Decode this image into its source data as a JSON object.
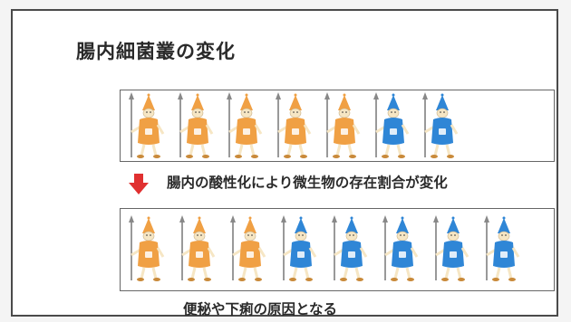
{
  "slide": {
    "title": "腸内細菌叢の変化",
    "caption": "腸内の酸性化により微生物の存在割合が変化",
    "footer": "便秘や下痢の原因となる"
  },
  "colors": {
    "orange": "#f0a044",
    "blue": "#2f86d6",
    "arrow": "#e03030"
  },
  "panels": {
    "before": [
      "orange",
      "orange",
      "orange",
      "orange",
      "orange",
      "blue",
      "blue"
    ],
    "after": [
      "orange",
      "orange",
      "orange",
      "blue",
      "blue",
      "blue",
      "blue",
      "blue"
    ]
  },
  "icons": {
    "figure": "bacteria-soldier-icon",
    "arrow": "down-arrow-icon"
  }
}
